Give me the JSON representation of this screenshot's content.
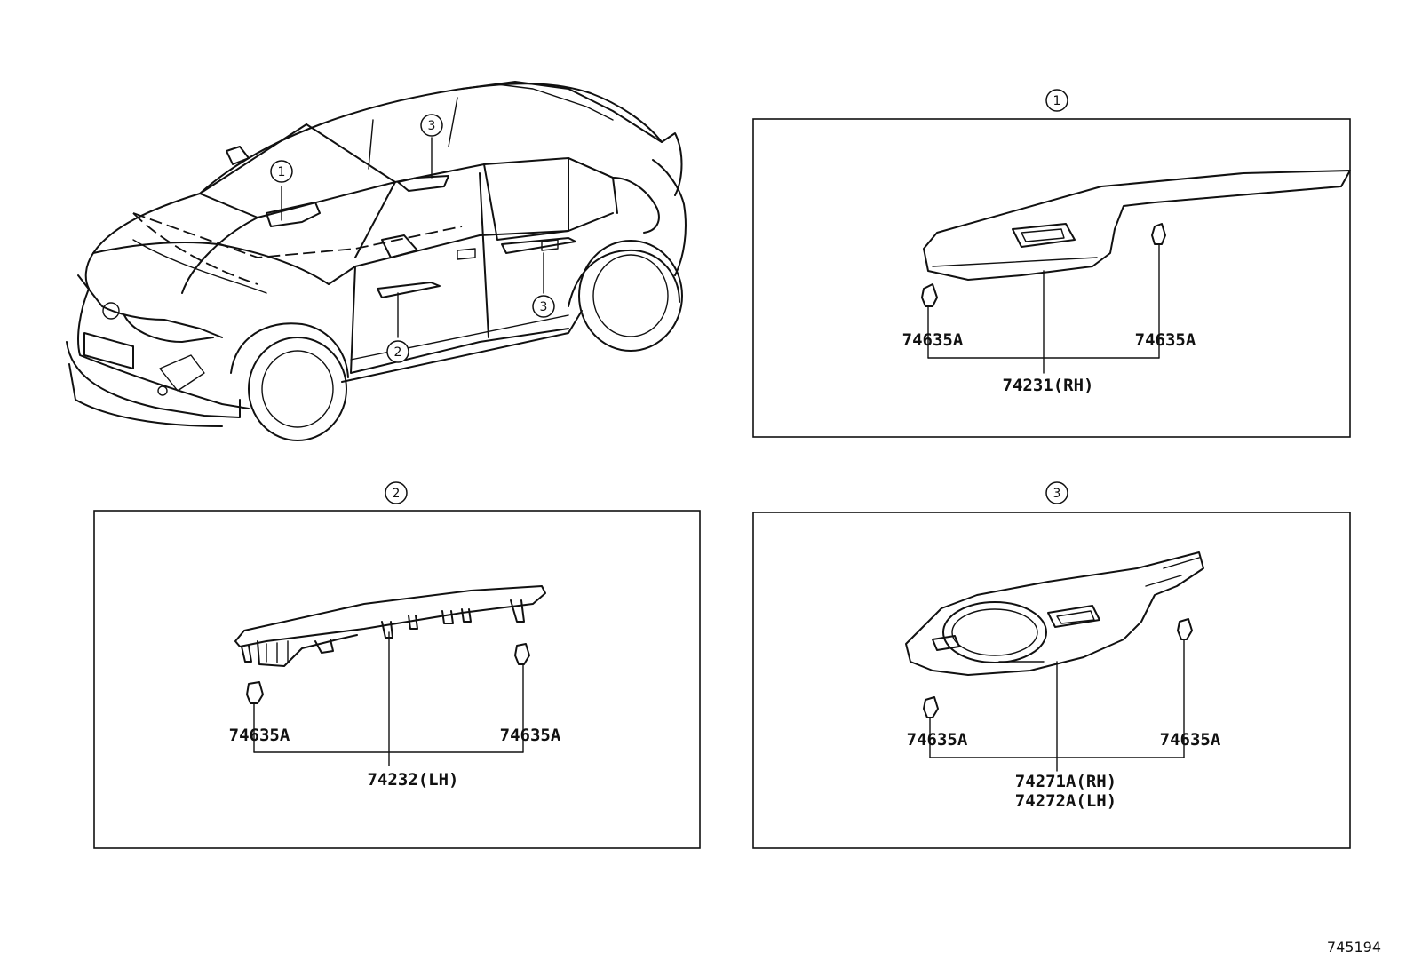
{
  "diagram_ref": "745194",
  "callouts": {
    "one": "1",
    "two": "2",
    "three": "3"
  },
  "parts": {
    "clip": "74635A",
    "panel_rh": "74231(RH)",
    "panel_lh": "74232(LH)",
    "rear_rh": "74271A(RH)",
    "rear_lh": "74272A(LH)"
  }
}
